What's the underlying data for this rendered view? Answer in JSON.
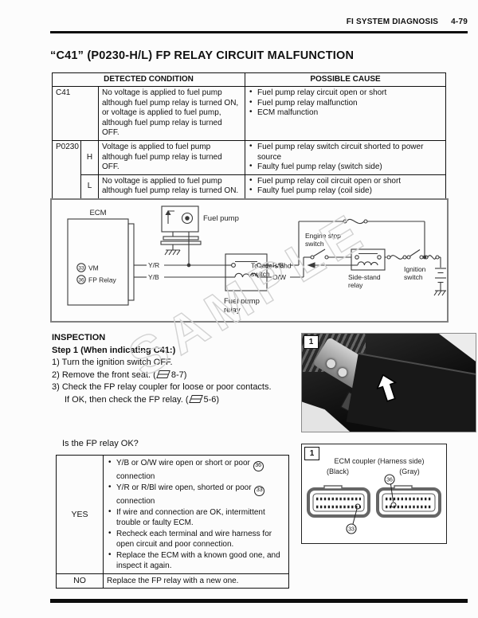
{
  "header": {
    "section": "FI SYSTEM DIAGNOSIS",
    "page": "4-79"
  },
  "title": "“C41” (P0230-H/L) FP RELAY CIRCUIT MALFUNCTION",
  "condition_table": {
    "col_detected": "DETECTED CONDITION",
    "col_cause": "POSSIBLE CAUSE",
    "rows": [
      {
        "code": "C41",
        "sub": "",
        "condition": "No voltage is applied to fuel pump although fuel pump relay is turned ON, or voltage is applied to fuel pump, although fuel pump relay is turned OFF.",
        "causes": [
          "Fuel pump relay circuit open or short",
          "Fuel pump relay malfunction",
          "ECM malfunction"
        ]
      },
      {
        "code": "P0230",
        "sub": "H",
        "condition": "Voltage is applied to fuel pump although fuel pump relay is turned OFF.",
        "causes": [
          "Fuel pump relay switch circuit shorted to power source",
          "Faulty fuel pump relay (switch side)"
        ]
      },
      {
        "code": "",
        "sub": "L",
        "condition": "No voltage is applied to fuel pump although fuel pump relay is turned ON.",
        "causes": [
          "Fuel pump relay coil circuit open or short",
          "Faulty fuel pump relay (coil side)"
        ]
      }
    ]
  },
  "diagram": {
    "watermark": "SAMPLE",
    "ecm_label": "ECM",
    "vm_terminal": "33",
    "vm_label": "VM",
    "fp_terminal": "36",
    "fp_label": "FP Relay",
    "wire_yr": "Y/R",
    "wire_yb": "Y/B",
    "wire_rbl": "R/Bl",
    "wire_ow": "O/W",
    "fuel_pump_label": "Fuel pump",
    "fp_relay_label_1": "Fuel pump",
    "fp_relay_label_2": "relay",
    "engine_stop_1": "Engine stop",
    "engine_stop_2": "switch",
    "to_side_stand_1": "To side-stand",
    "to_side_stand_2": "switch",
    "side_stand_1": "Side-stand",
    "side_stand_2": "relay",
    "ignition_1": "Ignition",
    "ignition_2": "switch"
  },
  "inspection": {
    "heading": "INSPECTION",
    "step_title": "Step 1 (When indicating C41:)",
    "steps": [
      {
        "pre": "1) Turn the ignition switch OFF.",
        "ref": "",
        "post": ""
      },
      {
        "pre": "2) Remove the front seat. (",
        "ref": "8-7",
        "post": ")"
      },
      {
        "pre": "3) Check the FP relay coupler for loose or poor contacts.",
        "ref": "",
        "post": ""
      },
      {
        "pre": "If OK, then check the FP relay. (",
        "ref": "5-6",
        "post": ")"
      }
    ]
  },
  "photo": {
    "badge": "1"
  },
  "question": "Is the FP relay OK?",
  "result_table": {
    "yes_label": "YES",
    "no_label": "NO",
    "yes_items": [
      {
        "pre": "Y/B or O/W wire open or short or poor ",
        "term": "36",
        "post": " connection"
      },
      {
        "pre": "Y/R or R/Bl wire open, shorted or poor ",
        "term": "33",
        "post": " connection"
      },
      {
        "pre": "If wire and connection are OK, intermittent trouble or faulty ECM.",
        "term": "",
        "post": ""
      },
      {
        "pre": "Recheck each terminal and wire harness for open circuit and poor connection.",
        "term": "",
        "post": ""
      },
      {
        "pre": "Replace the ECM with a known good one, and inspect it again.",
        "term": "",
        "post": ""
      }
    ],
    "no_text": "Replace the FP relay with a new one."
  },
  "coupler": {
    "badge": "1",
    "title": "ECM coupler (Harness side)",
    "black_label": "(Black)",
    "gray_label": "(Gray)",
    "terminal_black": "33",
    "terminal_gray": "36"
  }
}
